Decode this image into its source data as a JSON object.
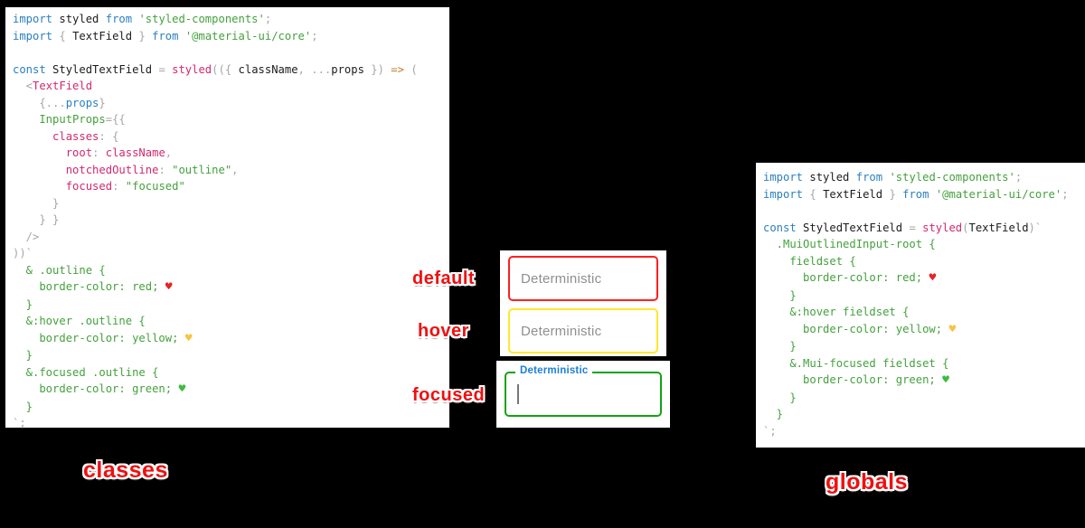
{
  "colors": {
    "keyword": "#2b80c0",
    "green": "#44a13d",
    "pink": "#d3286f",
    "gray": "#a6a6a6",
    "orange": "#bf7d28",
    "plain": "#1c1c1c",
    "label_red": "#ef1010",
    "field_red": "#ff1f1f",
    "field_yellow": "#ffe82e",
    "field_green": "#12a312",
    "focus_label_blue": "#1c7fd6",
    "placeholder_gray": "#8f8f8f",
    "caret_gray": "#777777",
    "heart_red": "#e62424",
    "heart_yellow": "#f6c445",
    "heart_green": "#3dbb3d",
    "panel_bg": "#ffffff",
    "page_bg": "#000000"
  },
  "labels": {
    "default": "default",
    "hover": "hover",
    "focused": "focused",
    "left_caption": "classes",
    "right_caption": "globals"
  },
  "textfields": {
    "default_field": {
      "placeholder": "Deterministic"
    },
    "hover_field": {
      "placeholder": "Deterministic"
    },
    "focused_field": {
      "label": "Deterministic",
      "value": ""
    }
  },
  "left_code": {
    "lines": [
      [
        [
          "kw",
          "import "
        ],
        [
          "pl",
          "styled "
        ],
        [
          "kw",
          "from "
        ],
        [
          "gr",
          "'styled-components'"
        ],
        [
          "gy",
          ";"
        ]
      ],
      [
        [
          "kw",
          "import "
        ],
        [
          "gy",
          "{ "
        ],
        [
          "pl",
          "TextField "
        ],
        [
          "gy",
          "} "
        ],
        [
          "kw",
          "from "
        ],
        [
          "gr",
          "'@material-ui/core'"
        ],
        [
          "gy",
          ";"
        ]
      ],
      [],
      [
        [
          "kw",
          "const "
        ],
        [
          "pl",
          "StyledTextField "
        ],
        [
          "gy",
          "= "
        ],
        [
          "pk",
          "styled"
        ],
        [
          "gy",
          "(({ "
        ],
        [
          "pl",
          "className"
        ],
        [
          "gy",
          ", ..."
        ],
        [
          "pl",
          "props"
        ],
        [
          "gy",
          " }) "
        ],
        [
          "or",
          "=>"
        ],
        [
          "gy",
          " ("
        ]
      ],
      [
        [
          "gy",
          "  <"
        ],
        [
          "pk",
          "TextField"
        ]
      ],
      [
        [
          "gy",
          "    {..."
        ],
        [
          "kw",
          "props"
        ],
        [
          "gy",
          "}"
        ]
      ],
      [
        [
          "gr",
          "    InputProps"
        ],
        [
          "gy",
          "={{"
        ]
      ],
      [
        [
          "gy",
          "      "
        ],
        [
          "pk",
          "classes"
        ],
        [
          "gy",
          ": {"
        ]
      ],
      [
        [
          "gy",
          "        "
        ],
        [
          "pk",
          "root"
        ],
        [
          "gy",
          ": "
        ],
        [
          "pk",
          "className"
        ],
        [
          "gy",
          ","
        ]
      ],
      [
        [
          "gy",
          "        "
        ],
        [
          "pk",
          "notchedOutline"
        ],
        [
          "gy",
          ": "
        ],
        [
          "gr",
          "\"outline\""
        ],
        [
          "gy",
          ","
        ]
      ],
      [
        [
          "gy",
          "        "
        ],
        [
          "pk",
          "focused"
        ],
        [
          "gy",
          ": "
        ],
        [
          "gr",
          "\"focused\""
        ]
      ],
      [
        [
          "gy",
          "      }"
        ]
      ],
      [
        [
          "gy",
          "    } }"
        ]
      ],
      [
        [
          "gy",
          "  />"
        ]
      ],
      [
        [
          "gy",
          "))`"
        ]
      ],
      [
        [
          "gr",
          "  & .outline {"
        ]
      ],
      [
        [
          "gr",
          "    border-color: red; "
        ],
        [
          "hr",
          "♥"
        ]
      ],
      [
        [
          "gr",
          "  }"
        ]
      ],
      [
        [
          "gr",
          "  &:hover .outline {"
        ]
      ],
      [
        [
          "gr",
          "    border-color: yellow; "
        ],
        [
          "hy",
          "♥"
        ]
      ],
      [
        [
          "gr",
          "  }"
        ]
      ],
      [
        [
          "gr",
          "  &.focused .outline {"
        ]
      ],
      [
        [
          "gr",
          "    border-color: green; "
        ],
        [
          "hg",
          "♥"
        ]
      ],
      [
        [
          "gr",
          "  }"
        ]
      ],
      [
        [
          "gy",
          "`;"
        ]
      ]
    ]
  },
  "right_code": {
    "lines": [
      [
        [
          "kw",
          "import "
        ],
        [
          "pl",
          "styled "
        ],
        [
          "kw",
          "from "
        ],
        [
          "gr",
          "'styled-components'"
        ],
        [
          "gy",
          ";"
        ]
      ],
      [
        [
          "kw",
          "import "
        ],
        [
          "gy",
          "{ "
        ],
        [
          "pl",
          "TextField "
        ],
        [
          "gy",
          "} "
        ],
        [
          "kw",
          "from "
        ],
        [
          "gr",
          "'@material-ui/core'"
        ],
        [
          "gy",
          ";"
        ]
      ],
      [],
      [
        [
          "kw",
          "const "
        ],
        [
          "pl",
          "StyledTextField "
        ],
        [
          "gy",
          "= "
        ],
        [
          "pk",
          "styled"
        ],
        [
          "gy",
          "("
        ],
        [
          "pl",
          "TextField"
        ],
        [
          "gy",
          ")`"
        ]
      ],
      [
        [
          "gr",
          "  .MuiOutlinedInput-root {"
        ]
      ],
      [
        [
          "gr",
          "    fieldset {"
        ]
      ],
      [
        [
          "gr",
          "      border-color: red; "
        ],
        [
          "hr",
          "♥"
        ]
      ],
      [
        [
          "gr",
          "    }"
        ]
      ],
      [
        [
          "gr",
          "    &:hover fieldset {"
        ]
      ],
      [
        [
          "gr",
          "      border-color: yellow; "
        ],
        [
          "hy",
          "♥"
        ]
      ],
      [
        [
          "gr",
          "    }"
        ]
      ],
      [
        [
          "gr",
          "    &.Mui-focused fieldset {"
        ]
      ],
      [
        [
          "gr",
          "      border-color: green; "
        ],
        [
          "hg",
          "♥"
        ]
      ],
      [
        [
          "gr",
          "    }"
        ]
      ],
      [
        [
          "gr",
          "  }"
        ]
      ],
      [
        [
          "gy",
          "`;"
        ]
      ]
    ]
  }
}
